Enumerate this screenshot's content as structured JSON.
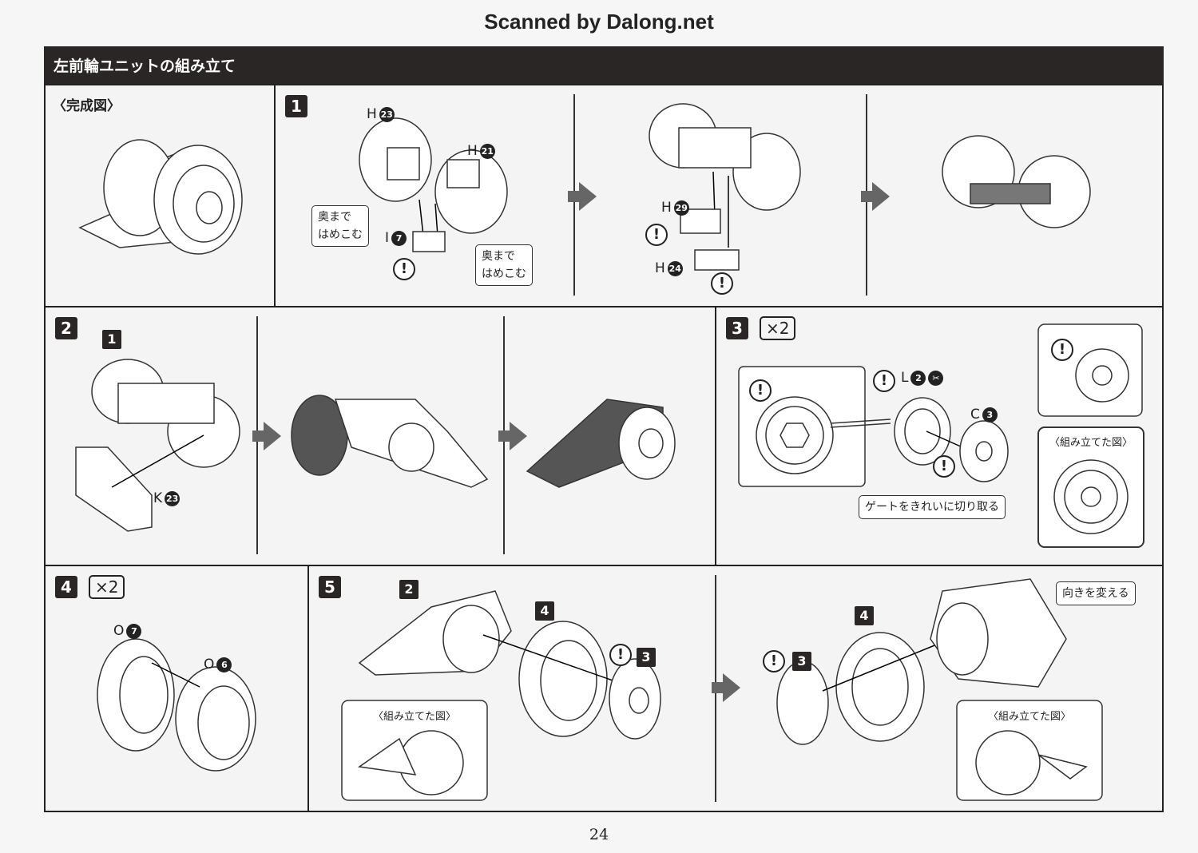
{
  "scan_credit": "Scanned by Dalong.net",
  "header": {
    "title": "左前輪ユニットの組み立て"
  },
  "completed": {
    "label": "〈完成図〉"
  },
  "step1": {
    "number": "1",
    "callouts": [
      {
        "letter": "H",
        "num": "23"
      },
      {
        "letter": "H",
        "num": "21"
      },
      {
        "letter": "I",
        "num": "7"
      },
      {
        "letter": "H",
        "num": "29"
      },
      {
        "letter": "H",
        "num": "24"
      }
    ],
    "note1": "奥まで\nはめこむ",
    "note2": "奥まで\nはめこむ"
  },
  "step2": {
    "number": "2",
    "ref": "1",
    "callouts": [
      {
        "letter": "K",
        "num": "23"
      }
    ]
  },
  "step3": {
    "number": "3",
    "multiplier": "×2",
    "callouts": [
      {
        "letter": "L",
        "num": "2"
      },
      {
        "letter": "C",
        "num": "3"
      }
    ],
    "note": "ゲートをきれいに切り取る",
    "assembled_label": "〈組み立てた図〉"
  },
  "step4": {
    "number": "4",
    "multiplier": "×2",
    "callouts": [
      {
        "letter": "O",
        "num": "7"
      },
      {
        "letter": "O",
        "num": "6"
      }
    ]
  },
  "step5": {
    "number": "5",
    "refs": [
      "2",
      "4",
      "3",
      "4",
      "3"
    ],
    "assembled_label": "〈組み立てた図〉",
    "assembled_label2": "〈組み立てた図〉",
    "note": "向きを変える"
  },
  "warning_symbol": "!",
  "page_number": "24"
}
